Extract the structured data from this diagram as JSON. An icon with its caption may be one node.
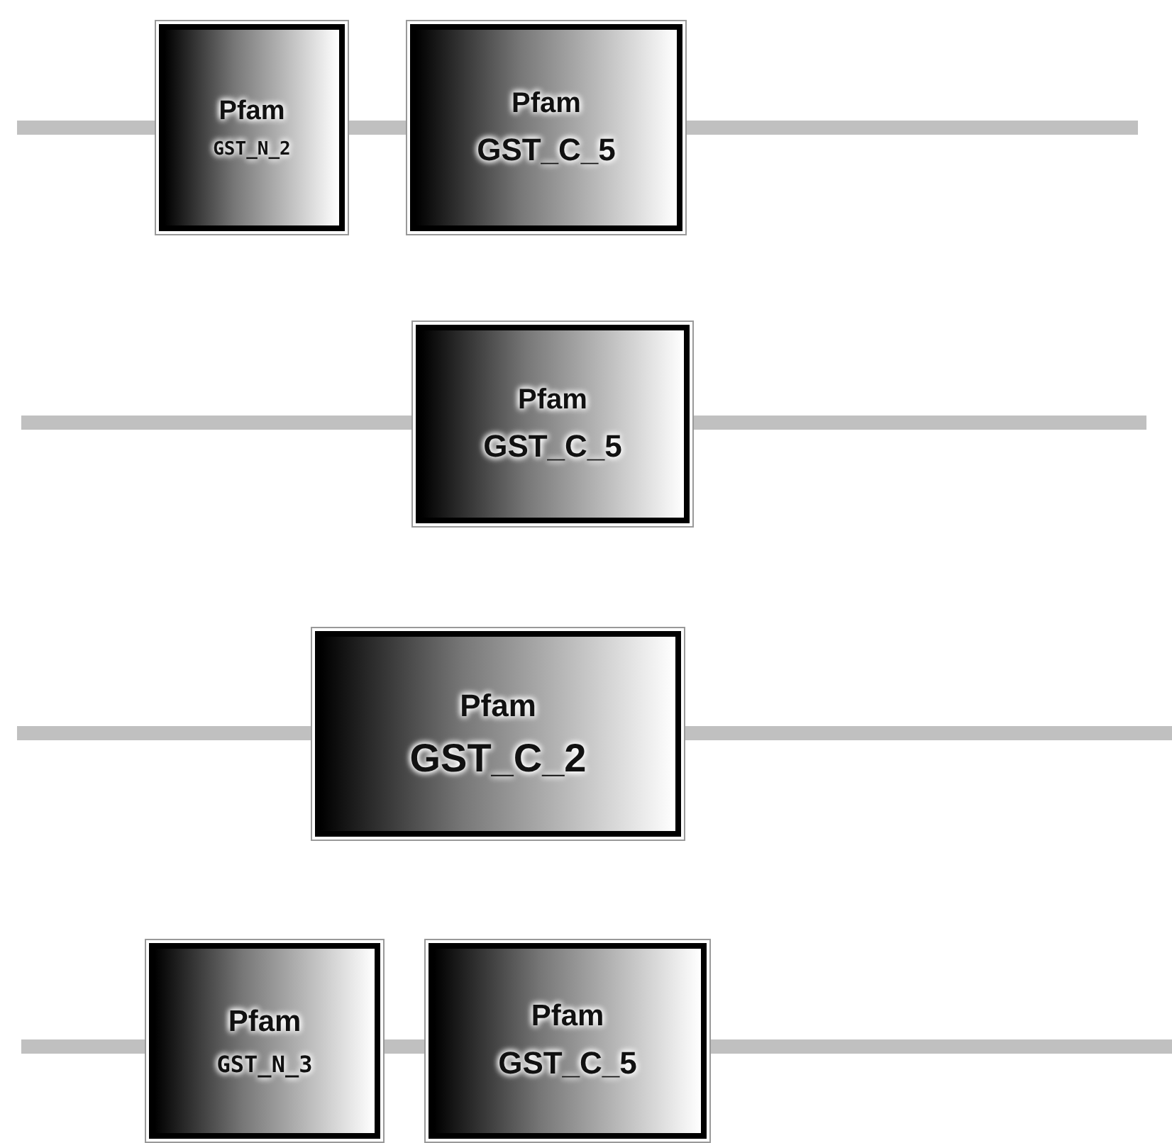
{
  "diagram": {
    "nodes": [
      {
        "text": [
          "Pfam",
          "GST_N_2"
        ]
      },
      {
        "text": [
          "Pfam",
          "GST_C_5"
        ]
      },
      {
        "text": [
          "Pfam",
          "GST_C_5"
        ]
      },
      {
        "text": [
          "Pfam",
          "GST_C_2"
        ]
      },
      {
        "text": [
          "Pfam",
          "GST_N_3"
        ]
      },
      {
        "text": [
          "Pfam",
          "GST_C_5"
        ]
      }
    ]
  }
}
